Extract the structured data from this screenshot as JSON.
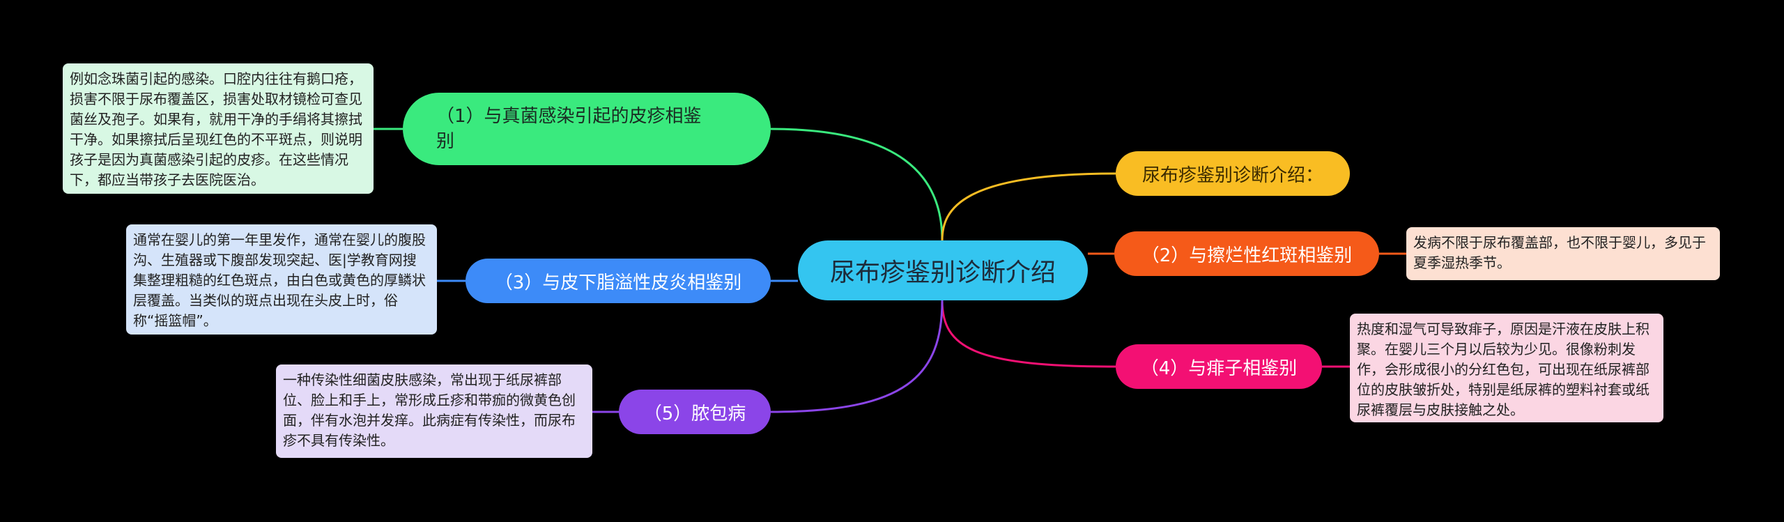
{
  "center": {
    "label": "尿布疹鉴别诊断介绍"
  },
  "branches": {
    "fungal": {
      "line1": "（1）与真菌感染引起的皮疹相鉴",
      "line2": "别",
      "color": "#3AEA7E"
    },
    "intro": {
      "label": "尿布疹鉴别诊断介绍：",
      "color": "#F9BD23"
    },
    "rash": {
      "label": "（2）与擦烂性红斑相鉴别",
      "color": "#F55A19"
    },
    "seborrheic": {
      "label": "（3）与皮下脂溢性皮炎相鉴别",
      "color": "#3D8BF8"
    },
    "prickly": {
      "label": "（4）与痱子相鉴别",
      "color": "#F31073"
    },
    "impetigo": {
      "label": "（5）脓包病",
      "color": "#8B45E8"
    }
  },
  "notes": {
    "fungal": "例如念珠菌引起的感染。口腔内往往有鹅口疮，损害不限于尿布覆盖区，损害处取材镜检可查见菌丝及孢子。如果有，就用干净的手绢将其擦拭干净。如果擦拭后呈现红色的不平斑点，则说明孩子是因为真菌感染引起的皮疹。在这些情况下，都应当带孩子去医院医治。",
    "seborrheic": "通常在婴儿的第一年里发作，通常在婴儿的腹股沟、生殖器或下腹部发现突起、医|学教育网搜集整理粗糙的红色斑点，由白色或黄色的厚鳞状层覆盖。当类似的斑点出现在头皮上时，俗称“摇篮帽”。",
    "impetigo": "一种传染性细菌皮肤感染，常出现于纸尿裤部位、脸上和手上，常形成丘疹和带痂的微黄色创面，伴有水泡并发痒。此病症有传染性，而尿布疹不具有传染性。",
    "rash": "发病不限于尿布覆盖部，也不限于婴儿，多见于夏季湿热季节。",
    "prickly": "热度和湿气可导致痱子，原因是汗液在皮肤上积聚。在婴儿三个月以后较为少见。很像粉刺发作，会形成很小的分红色包，可出现在纸尿裤部位的皮肤皱折处，特别是纸尿裤的塑料衬套或纸尿裤覆层与皮肤接触之处。"
  }
}
